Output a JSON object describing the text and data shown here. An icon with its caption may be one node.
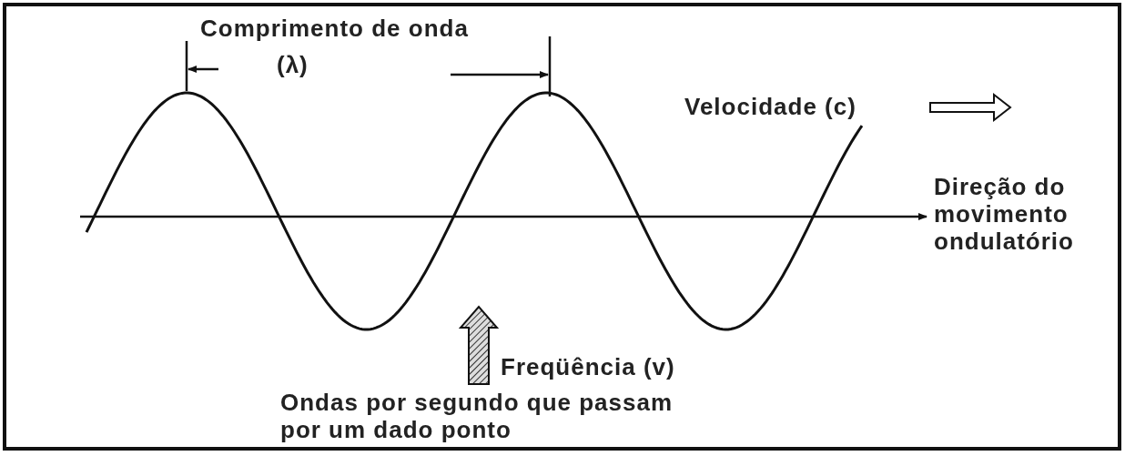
{
  "diagram": {
    "labels": [
      "Comprimento de onda",
      "(λ)",
      "Velocidade (c)",
      "Direção do movimento ondulatório",
      "Freqüência (v)",
      "Ondas por segundo que passam por um dado ponto"
    ]
  }
}
